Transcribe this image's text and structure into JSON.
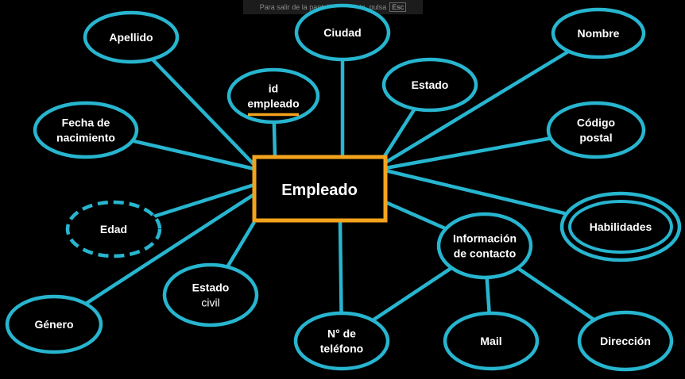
{
  "fullscreen_hint": {
    "text": "Para salir de la pantalla completa, pulsa",
    "key": "Esc"
  },
  "colors": {
    "line": "#27b5cf",
    "entity_border": "#f3a31c",
    "key_underline": "#f3a31c",
    "text": "#ffffff",
    "background": "#000000"
  },
  "entity": {
    "label": "Empleado"
  },
  "attributes": {
    "apellido": {
      "lines": [
        "Apellido"
      ],
      "kind": "simple"
    },
    "ciudad": {
      "lines": [
        "Ciudad"
      ],
      "kind": "simple"
    },
    "nombre": {
      "lines": [
        "Nombre"
      ],
      "kind": "simple"
    },
    "id_empleado": {
      "lines": [
        "id",
        "empleado"
      ],
      "kind": "key"
    },
    "estado": {
      "lines": [
        "Estado"
      ],
      "kind": "simple"
    },
    "fecha_nacimiento": {
      "lines": [
        "Fecha de",
        "nacimiento"
      ],
      "kind": "simple"
    },
    "codigo_postal": {
      "lines": [
        "Código",
        "postal"
      ],
      "kind": "simple"
    },
    "edad": {
      "lines": [
        "Edad"
      ],
      "kind": "derived"
    },
    "habilidades": {
      "lines": [
        "Habilidades"
      ],
      "kind": "multivalued"
    },
    "informacion_contacto": {
      "lines": [
        "Información",
        "de contacto"
      ],
      "kind": "composite"
    },
    "estado_civil": {
      "lines": [
        "Estado",
        "civil"
      ],
      "kind": "simple"
    },
    "genero": {
      "lines": [
        "Género"
      ],
      "kind": "simple"
    },
    "telefono": {
      "lines": [
        "N° de",
        "teléfono"
      ],
      "kind": "simple"
    },
    "mail": {
      "lines": [
        "Mail"
      ],
      "kind": "simple"
    },
    "direccion": {
      "lines": [
        "Dirección"
      ],
      "kind": "simple"
    }
  }
}
